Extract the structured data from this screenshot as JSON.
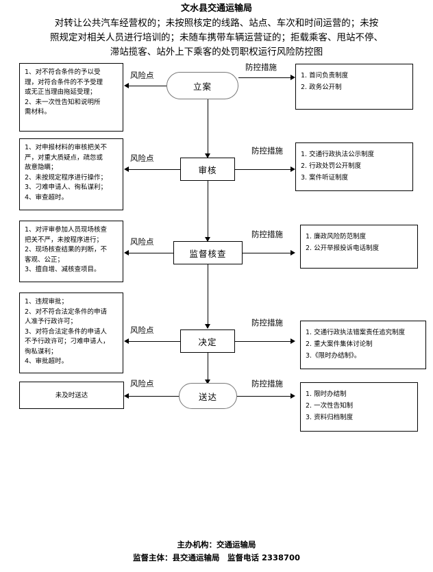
{
  "header": {
    "org": "文水县交通运输局",
    "title_lines": [
      "对转让公共汽车经营权的；未按照核定的线路、站点、车次和时间运营的；未按",
      "照规定对相关人员进行培训的；未随车携带车辆运营证的；拒载乘客、甩站不停、",
      "滞站揽客、站外上下乘客的处罚职权运行风险防控图"
    ]
  },
  "labels": {
    "risk_point": "风险点",
    "control_measure": "防控措施"
  },
  "flow": [
    {
      "stage": "立案",
      "shape": "rounded",
      "risk_lines": [
        "1、对不符合条件的予以受",
        "理，对符合条件的不予受理",
        "或无正当理由拖延受理；",
        "2、未一次性告知和说明所",
        "需材料。"
      ],
      "measure_lines": [
        "1. 首问负责制度",
        "2. 政务公开制"
      ]
    },
    {
      "stage": "审核",
      "shape": "rect",
      "risk_lines": [
        "1、对申报材料的审核把关不",
        "严，对重大质疑点，疏忽或",
        "故意隐瞒；",
        "2、未按规定程序进行操作；",
        "3、刁难申请人、徇私谋利；",
        "4、审查超时。"
      ],
      "measure_lines": [
        "1. 交通行政执法公示制度",
        "2. 行政处罚公开制度",
        "3. 案件听证制度"
      ]
    },
    {
      "stage": "监督核查",
      "shape": "rect",
      "risk_lines": [
        "1、对评审参加人员现场核查",
        "把关不严，未按程序进行；",
        "2、现场核查结果的判断，不",
        "客观、公正；",
        "3、擅自增、减核查项目。"
      ],
      "measure_lines": [
        "1. 廉政风险防范制度",
        "2. 公开举报投诉电话制度"
      ]
    },
    {
      "stage": "决定",
      "shape": "rect",
      "risk_lines": [
        "1、违规审批；",
        "2、对不符合法定条件的申请",
        "人准予行政许可；",
        "3、对符合法定条件的申请人",
        "不予行政许可；刁难申请人，",
        "徇私谋利；",
        "4、审批超时。"
      ],
      "measure_lines": [
        "1. 交通行政执法错案责任追究制度",
        "2. 重大案件集体讨论制",
        "3.《限时办结制》。"
      ]
    },
    {
      "stage": "送达",
      "shape": "rounded",
      "risk_lines": [
        "未及时送达"
      ],
      "measure_lines": [
        "1. 限时办结制",
        "2. 一次性告知制",
        "3. 资料归档制度"
      ]
    }
  ],
  "footer": {
    "line1": "主办机构：交通运输局",
    "line2_prefix": "监督主体：县交通运输局　监督电话 ",
    "phone": "2338700"
  }
}
